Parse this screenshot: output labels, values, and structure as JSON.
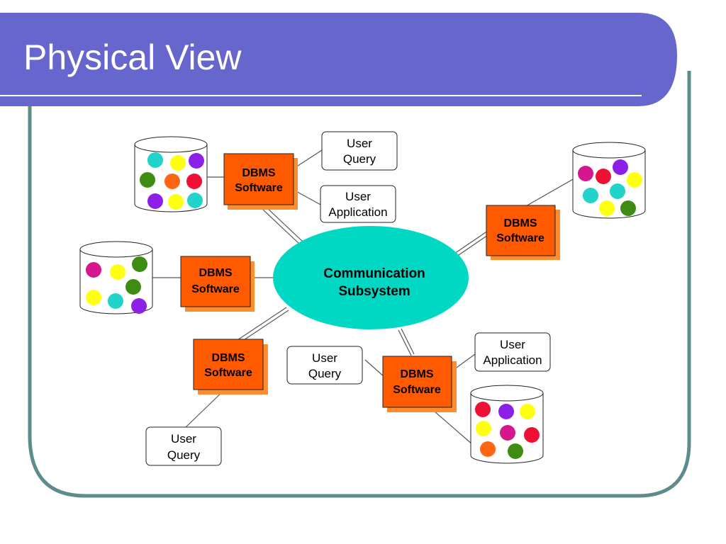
{
  "slide": {
    "title": "Physical View"
  },
  "diagram": {
    "hub": {
      "line1": "Communication",
      "line2": "Subsystem"
    },
    "dbms_nodes": [
      {
        "line1": "DBMS",
        "line2": "Software"
      },
      {
        "line1": "DBMS",
        "line2": "Software"
      },
      {
        "line1": "DBMS",
        "line2": "Software"
      },
      {
        "line1": "DBMS",
        "line2": "Software"
      },
      {
        "line1": "DBMS",
        "line2": "Software"
      }
    ],
    "user_nodes": [
      {
        "line1": "User",
        "line2": "Query"
      },
      {
        "line1": "User",
        "line2": "Application"
      },
      {
        "line1": "User",
        "line2": "Query"
      },
      {
        "line1": "User",
        "line2": "Application"
      },
      {
        "line1": "User",
        "line2": "Query"
      }
    ]
  },
  "colors": {
    "title_band": "#6666CC",
    "frame_border": "#5E8C8C",
    "hub_fill": "#00D8C4",
    "dbms_fill": "#FF5A00",
    "dbms_shadow": "#FF8C2E",
    "ball_palette": [
      "#21D3C8",
      "#FFFF11",
      "#8C1FE8",
      "#3E8C12",
      "#FF6611",
      "#EE1133",
      "#D4178C"
    ]
  }
}
